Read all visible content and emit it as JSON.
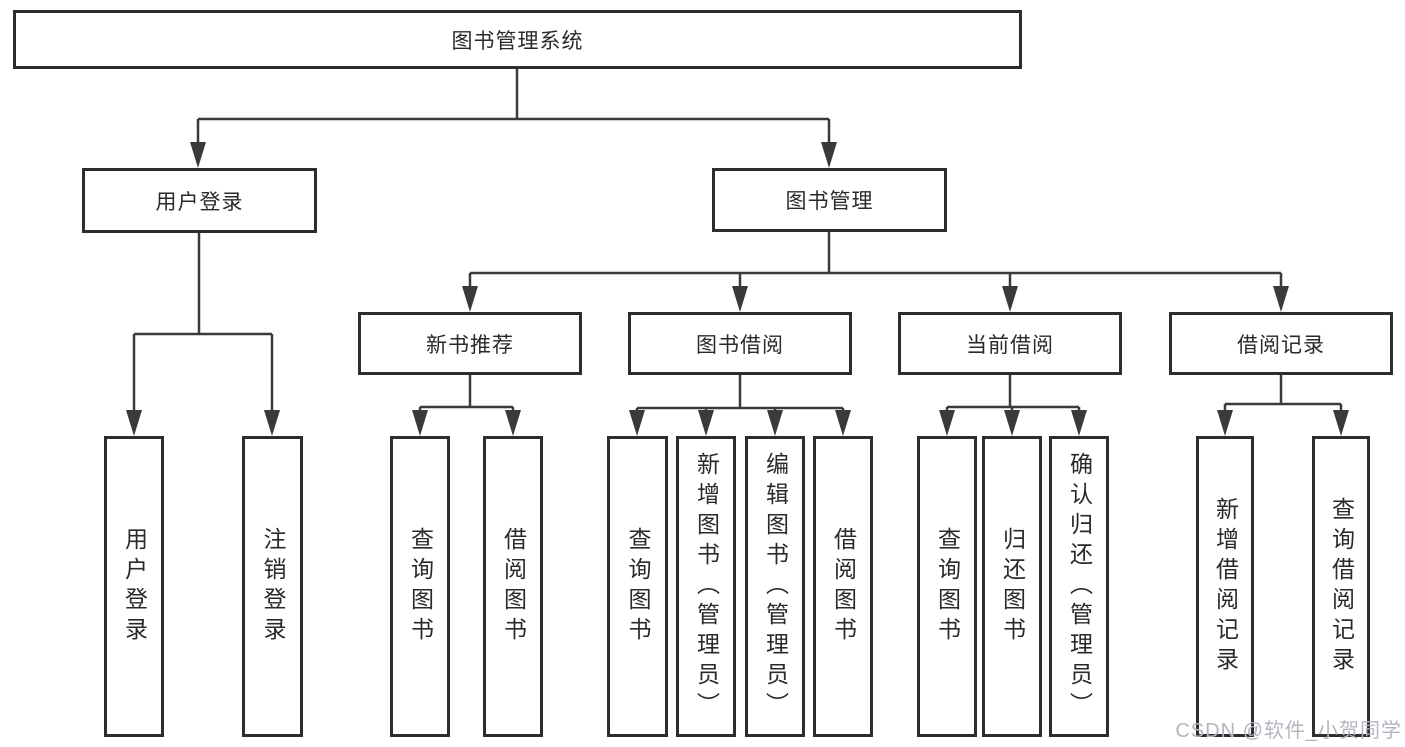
{
  "diagram": {
    "root": {
      "label": "图书管理系统",
      "children": [
        {
          "label": "用户登录",
          "children": [
            {
              "label": "用户登录"
            },
            {
              "label": "注销登录"
            }
          ]
        },
        {
          "label": "图书管理",
          "children": [
            {
              "label": "新书推荐",
              "children": [
                {
                  "label": "查询图书"
                },
                {
                  "label": "借阅图书"
                }
              ]
            },
            {
              "label": "图书借阅",
              "children": [
                {
                  "label": "查询图书"
                },
                {
                  "label": "新增图书（管理员）"
                },
                {
                  "label": "编辑图书（管理员）"
                },
                {
                  "label": "借阅图书"
                }
              ]
            },
            {
              "label": "当前借阅",
              "children": [
                {
                  "label": "查询图书"
                },
                {
                  "label": "归还图书"
                },
                {
                  "label": "确认归还（管理员）"
                }
              ]
            },
            {
              "label": "借阅记录",
              "children": [
                {
                  "label": "新增借阅记录"
                },
                {
                  "label": "查询借阅记录"
                }
              ]
            }
          ]
        }
      ]
    },
    "watermark": {
      "text": "CSDN @软件_小贺同学",
      "color": "#b4b5c0"
    },
    "colors": {
      "line": "#3a3a3a",
      "border": "#2d2d2d",
      "text": "#2a2a2a",
      "background": "#ffffff"
    }
  }
}
